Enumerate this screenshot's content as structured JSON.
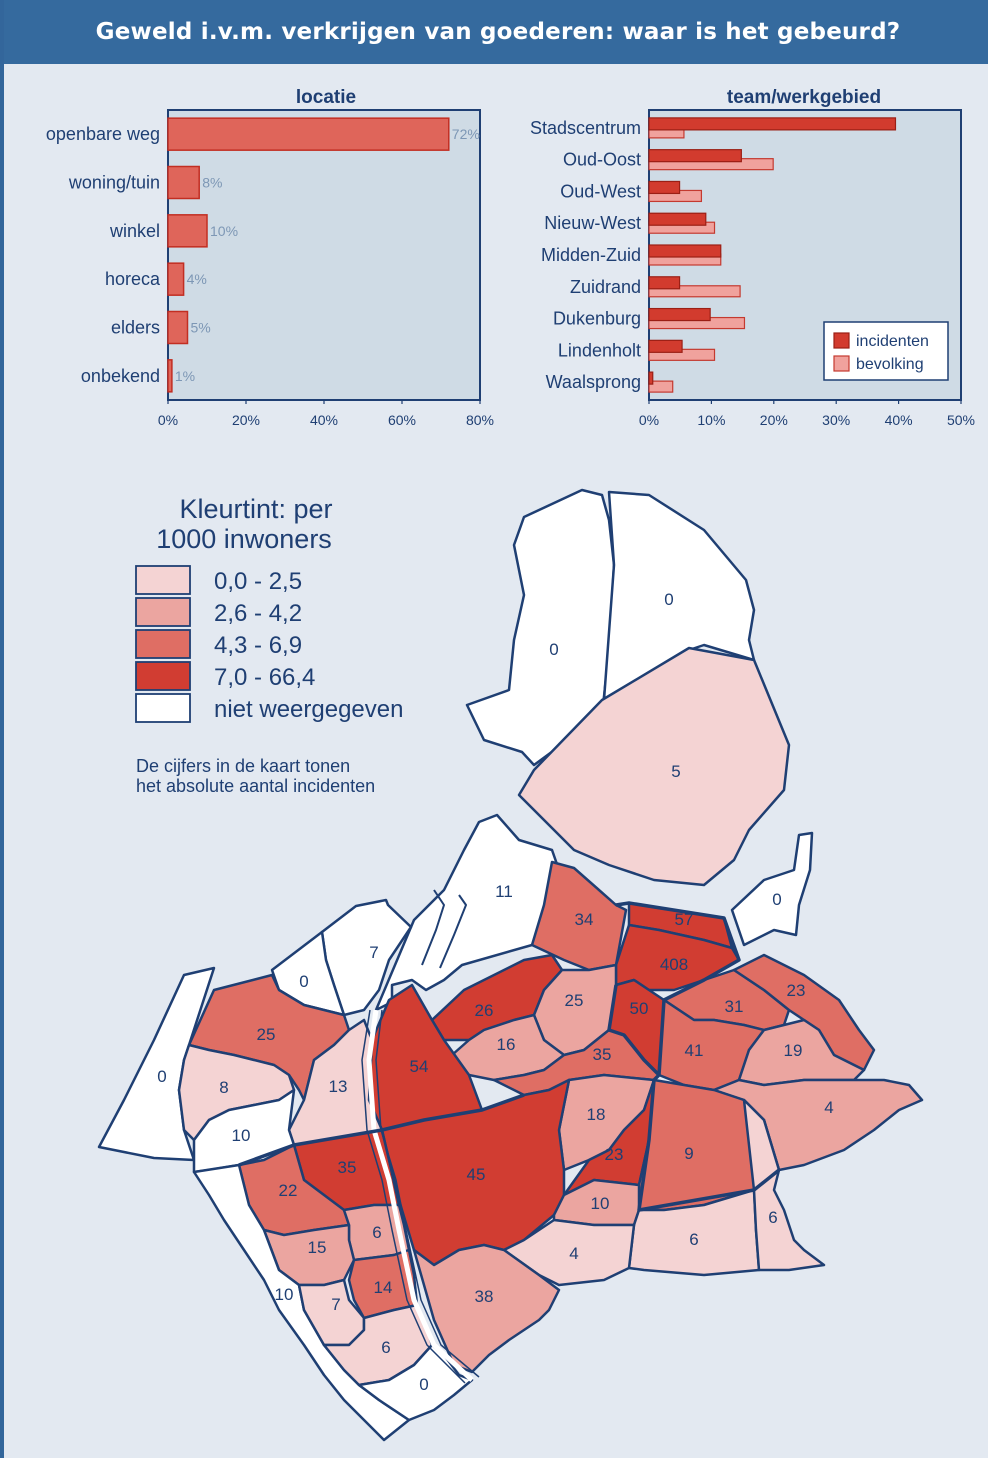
{
  "page": {
    "title": "Geweld i.v.m. verkrijgen van goederen: waar is het gebeurd?"
  },
  "colors": {
    "navy": "#1f3f73",
    "header": "#356a9e",
    "panel_bg": "#cfdbe5",
    "bar_dark": "#d23b2e",
    "bar_light": "#f0a29d",
    "bar_location": "#df655a",
    "class_1": "#f4d3d3",
    "class_2": "#eba5a0",
    "class_3": "#df6e64",
    "class_4": "#d13d32",
    "class_none": "#ffffff"
  },
  "chart_data": [
    {
      "type": "bar",
      "orientation": "horizontal",
      "title": "locatie",
      "categories": [
        "openbare weg",
        "woning/tuin",
        "winkel",
        "horeca",
        "elders",
        "onbekend"
      ],
      "values": [
        72,
        8,
        10,
        4,
        5,
        1
      ],
      "value_labels": [
        "72%",
        "8%",
        "10%",
        "4%",
        "5%",
        "1%"
      ],
      "xlim": [
        0,
        80
      ],
      "xticks": [
        "0%",
        "20%",
        "40%",
        "60%",
        "80%"
      ],
      "grid": false,
      "legend": "none"
    },
    {
      "type": "bar",
      "orientation": "horizontal",
      "title": "team/werkgebied",
      "categories": [
        "Stadscentrum",
        "Oud-Oost",
        "Oud-West",
        "Nieuw-West",
        "Midden-Zuid",
        "Zuidrand",
        "Dukenburg",
        "Lindenholt",
        "Waalsprong"
      ],
      "series": [
        {
          "name": "incidenten",
          "values": [
            39.5,
            14.8,
            4.9,
            9.1,
            11.5,
            4.9,
            9.8,
            5.3,
            0.6
          ]
        },
        {
          "name": "bevolking",
          "values": [
            5.6,
            19.9,
            8.4,
            10.5,
            11.5,
            14.6,
            15.3,
            10.5,
            3.8
          ]
        }
      ],
      "xlim": [
        0,
        50
      ],
      "xticks": [
        "0%",
        "10%",
        "20%",
        "30%",
        "40%",
        "50%"
      ],
      "grid": false,
      "legend": "bottom-right"
    }
  ],
  "map": {
    "legend_title_line1": "Kleurtint: per",
    "legend_title_line2": "1000 inwoners",
    "classes": [
      {
        "label": "0,0 - 2,5",
        "color": "#f4d3d3"
      },
      {
        "label": "2,6 - 4,2",
        "color": "#eba5a0"
      },
      {
        "label": "4,3 - 6,9",
        "color": "#df6e64"
      },
      {
        "label": "7,0 - 66,4",
        "color": "#d13d32"
      },
      {
        "label": "niet weergegeven",
        "color": "#ffffff"
      }
    ],
    "note_line1": "De cijfers in de kaart tonen",
    "note_line2": "het absolute aantal incidenten",
    "regions": [
      {
        "name": "waalsprong-west",
        "count": "0",
        "cls": 4
      },
      {
        "name": "waalsprong-east",
        "count": "0",
        "cls": 4
      },
      {
        "name": "waalsprong-south",
        "count": "5",
        "cls": 0
      },
      {
        "name": "haven",
        "count": "11",
        "cls": 4
      },
      {
        "name": "stad-east-edge",
        "count": "0",
        "cls": 4
      },
      {
        "name": "c34",
        "count": "34",
        "cls": 2
      },
      {
        "name": "c57",
        "count": "57",
        "cls": 3
      },
      {
        "name": "c408",
        "count": "408",
        "cls": 3
      },
      {
        "name": "c26",
        "count": "26",
        "cls": 3
      },
      {
        "name": "c25b",
        "count": "25",
        "cls": 1
      },
      {
        "name": "c50",
        "count": "50",
        "cls": 3
      },
      {
        "name": "c31",
        "count": "31",
        "cls": 2
      },
      {
        "name": "c23a",
        "count": "23",
        "cls": 2
      },
      {
        "name": "c16",
        "count": "16",
        "cls": 1
      },
      {
        "name": "c54",
        "count": "54",
        "cls": 3
      },
      {
        "name": "c35a",
        "count": "35",
        "cls": 2
      },
      {
        "name": "c41",
        "count": "41",
        "cls": 2
      },
      {
        "name": "c19",
        "count": "19",
        "cls": 1
      },
      {
        "name": "c4a",
        "count": "4",
        "cls": 1
      },
      {
        "name": "c18",
        "count": "18",
        "cls": 1
      },
      {
        "name": "c23b",
        "count": "23",
        "cls": 3
      },
      {
        "name": "c9",
        "count": "9",
        "cls": 2
      },
      {
        "name": "c45",
        "count": "45",
        "cls": 3
      },
      {
        "name": "c10b",
        "count": "10",
        "cls": 1
      },
      {
        "name": "c6a",
        "count": "6",
        "cls": 0
      },
      {
        "name": "c6b",
        "count": "6",
        "cls": 0
      },
      {
        "name": "c4b",
        "count": "4",
        "cls": 0
      },
      {
        "name": "c38",
        "count": "38",
        "cls": 1
      },
      {
        "name": "c7a",
        "count": "7",
        "cls": 4
      },
      {
        "name": "c0c",
        "count": "0",
        "cls": 4
      },
      {
        "name": "c25a",
        "count": "25",
        "cls": 2
      },
      {
        "name": "c0d",
        "count": "0",
        "cls": 4
      },
      {
        "name": "c8",
        "count": "8",
        "cls": 0
      },
      {
        "name": "c13",
        "count": "13",
        "cls": 0
      },
      {
        "name": "c10a",
        "count": "10",
        "cls": 4
      },
      {
        "name": "c35b",
        "count": "35",
        "cls": 3
      },
      {
        "name": "c22",
        "count": "22",
        "cls": 2
      },
      {
        "name": "c6c",
        "count": "6",
        "cls": 1
      },
      {
        "name": "c15",
        "count": "15",
        "cls": 1
      },
      {
        "name": "c14",
        "count": "14",
        "cls": 2
      },
      {
        "name": "c10c",
        "count": "10",
        "cls": 4
      },
      {
        "name": "c7b",
        "count": "7",
        "cls": 0
      },
      {
        "name": "c6d",
        "count": "6",
        "cls": 0
      },
      {
        "name": "c0e",
        "count": "0",
        "cls": 4
      }
    ]
  }
}
